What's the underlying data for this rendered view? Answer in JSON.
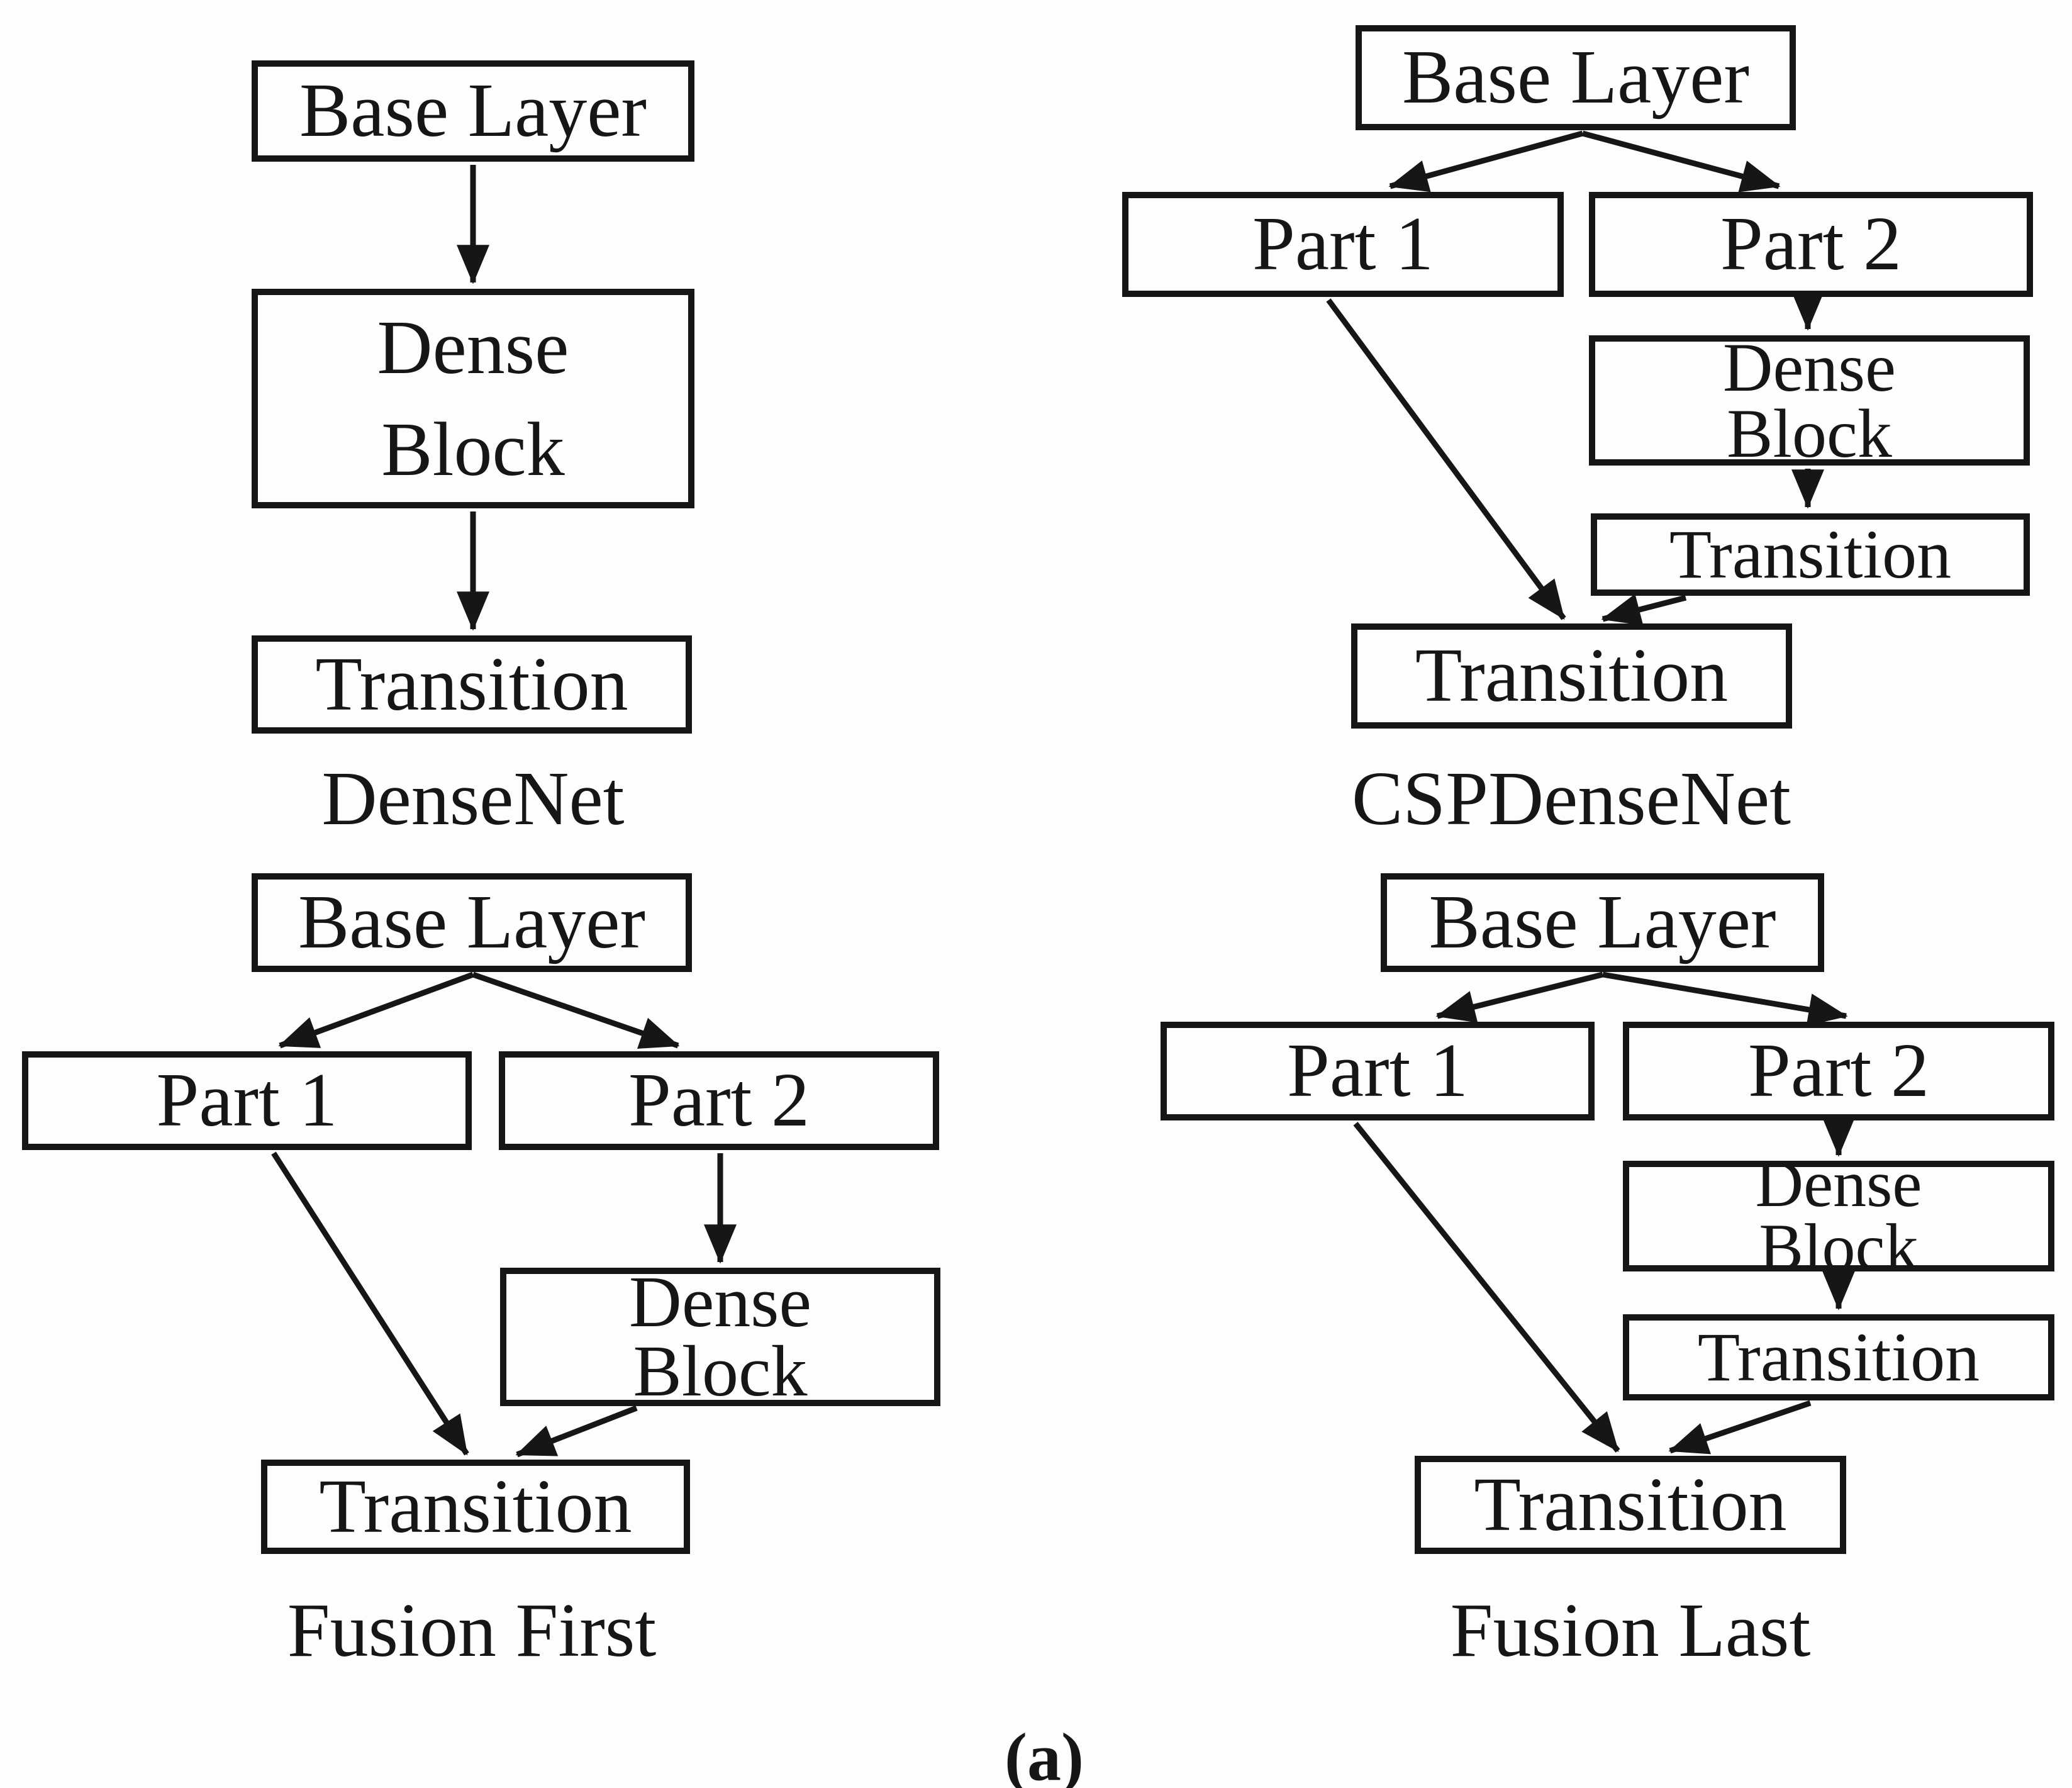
{
  "figure": {
    "panel_label": "(a)",
    "ink_color": "#161616",
    "background_color": "#fdfdfd"
  },
  "diagrams": {
    "densenet": {
      "caption": "DenseNet",
      "base_layer": "Base Layer",
      "dense_block": "Dense\nBlock",
      "transition": "Transition"
    },
    "cspdensenet": {
      "caption": "CSPDenseNet",
      "base_layer": "Base Layer",
      "part_1": "Part 1",
      "part_2": "Part 2",
      "dense_block": "Dense\nBlock",
      "transition_right": "Transition",
      "transition_bottom": "Transition"
    },
    "fusion_first": {
      "caption": "Fusion First",
      "base_layer": "Base Layer",
      "part_1": "Part 1",
      "part_2": "Part 2",
      "dense_block": "Dense\nBlock",
      "transition": "Transition"
    },
    "fusion_last": {
      "caption": "Fusion Last",
      "base_layer": "Base Layer",
      "part_1": "Part 1",
      "part_2": "Part 2",
      "dense_block": "Dense\nBlock",
      "transition_right": "Transition",
      "transition_bottom": "Transition"
    }
  }
}
